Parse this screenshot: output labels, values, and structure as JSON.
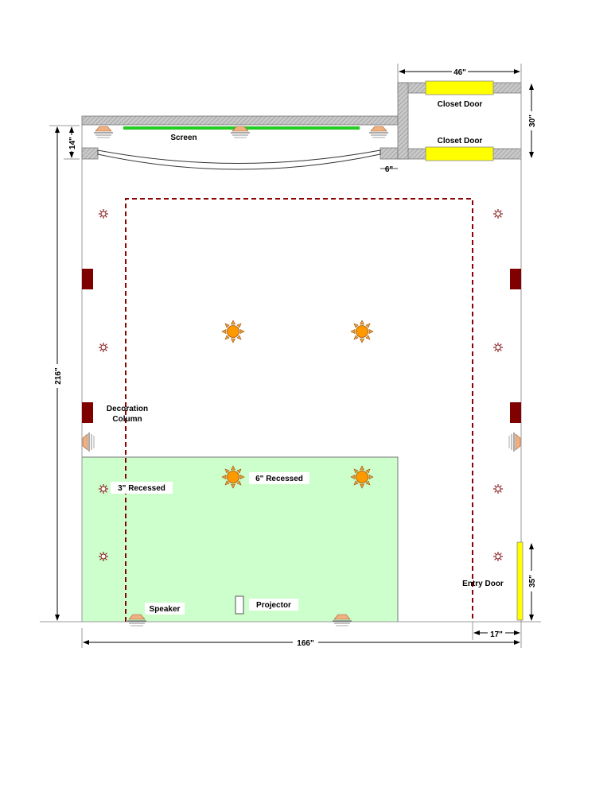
{
  "title": "Home theater floor plan",
  "labels": {
    "screen": "Screen",
    "closet_door_top": "Closet Door",
    "closet_door_bottom": "Closet Door",
    "decoration_column_line1": "Decoration",
    "decoration_column_line2": "Column",
    "recessed_3": "3\" Recessed",
    "recessed_6": "6\" Recessed",
    "projector": "Projector",
    "speaker": "Speaker",
    "entry_door": "Entry Door"
  },
  "dimensions": {
    "room_length": "216\"",
    "stage_depth": "14\"",
    "closet_width": "46\"",
    "closet_depth": "30\"",
    "stage_offset": "6\"",
    "entry_door_width": "35\"",
    "room_width": "166\"",
    "walkway": "17\""
  },
  "colors": {
    "wall": "#b0b0b0",
    "door": "#ffff00",
    "screen": "#22cc22",
    "seating_area": "#ccffcc",
    "walkway_line": "#8b0000",
    "column": "#800000",
    "light_6": "#ff9900",
    "light_3": "#8b2020"
  }
}
